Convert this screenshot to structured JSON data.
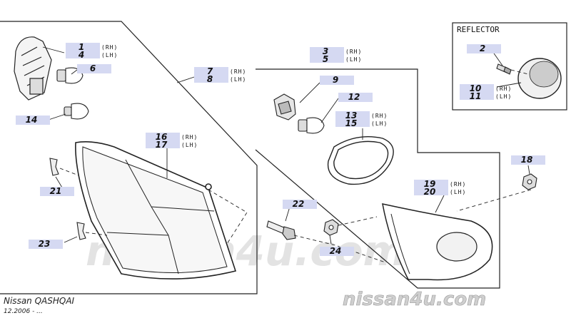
{
  "section": {
    "reflector": "REFLECTOR"
  },
  "footer": {
    "brand": "Nissan QASHQAI",
    "date": "12.2006 - ...",
    "site": "nissan4u.com",
    "watermark": "nissan4u.com"
  },
  "callouts": [
    {
      "id": "c1",
      "line1": "1",
      "side1": "(RH)",
      "line2": "4",
      "side2": "(LH)"
    },
    {
      "id": "c6",
      "line1": "6"
    },
    {
      "id": "c14",
      "line1": "14"
    },
    {
      "id": "c7",
      "line1": "7",
      "side1": "(RH)",
      "line2": "8",
      "side2": "(LH)"
    },
    {
      "id": "c16",
      "line1": "16",
      "side1": "(RH)",
      "line2": "17",
      "side2": "(LH)"
    },
    {
      "id": "c21",
      "line1": "21"
    },
    {
      "id": "c23",
      "line1": "23"
    },
    {
      "id": "c3",
      "line1": "3",
      "side1": "(RH)",
      "line2": "5",
      "side2": "(LH)"
    },
    {
      "id": "c9",
      "line1": "9"
    },
    {
      "id": "c12",
      "line1": "12"
    },
    {
      "id": "c13",
      "line1": "13",
      "side1": "(RH)",
      "line2": "15",
      "side2": "(LH)"
    },
    {
      "id": "c22",
      "line1": "22"
    },
    {
      "id": "c24",
      "line1": "24"
    },
    {
      "id": "c19",
      "line1": "19",
      "side1": "(RH)",
      "line2": "20",
      "side2": "(LH)"
    },
    {
      "id": "c18",
      "line1": "18"
    },
    {
      "id": "c2",
      "line1": "2"
    },
    {
      "id": "c10",
      "line1": "10",
      "side1": "(RH)",
      "line2": "11",
      "side2": "(LH)"
    }
  ],
  "colors": {
    "highlight": "#d5d9f2",
    "ink": "#1a1a1a",
    "watermark": "#dcdcdc"
  }
}
